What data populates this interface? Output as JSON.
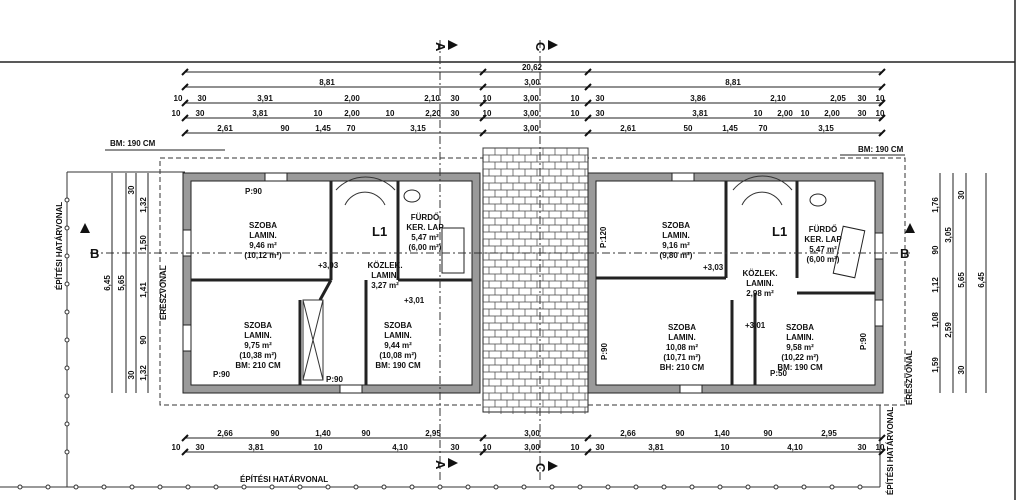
{
  "section_markers": {
    "a": "A",
    "c": "C",
    "b": "B"
  },
  "labels": {
    "boundary": "ÉPÍTÉSI HATÁRVONAL",
    "eaves": "ERESZVONAL",
    "bm_top_left": "BM: 190 CM",
    "bm_top_right": "BM: 190 CM",
    "stair_left": "L1",
    "stair_right": "L1",
    "level_left_1": "+3,03",
    "level_left_2": "+3,01",
    "level_right_1": "+3,03",
    "level_right_2": "+3,01",
    "sill_labels": [
      "P:90",
      "P:90",
      "P:90",
      "P:90",
      "P:120",
      "P:90",
      "P:50"
    ]
  },
  "dimensions": {
    "top": [
      [
        "20,62"
      ],
      [
        "8,81",
        "3,00",
        "8,81"
      ],
      [
        "10",
        "30",
        "3,91",
        "2,00",
        "2,10",
        "30",
        "10",
        "3,00",
        "10",
        "30",
        "3,86",
        "2,10",
        "2,05",
        "30",
        "10"
      ],
      [
        "10",
        "30",
        "3,81",
        "10",
        "2,00",
        "10",
        "2,20",
        "30",
        "10",
        "3,00",
        "10",
        "30",
        "3,81",
        "10",
        "2,00",
        "10",
        "2,00",
        "30",
        "10"
      ],
      [
        "2,61",
        "90",
        "1,45",
        "70",
        "3,15",
        "3,00",
        "2,61",
        "50",
        "1,45",
        "70",
        "3,15"
      ]
    ],
    "bottom": [
      [
        "2,66",
        "90",
        "1,40",
        "90",
        "2,95",
        "3,00",
        "2,66",
        "90",
        "1,40",
        "90",
        "2,95"
      ],
      [
        "10",
        "30",
        "3,81",
        "10",
        "4,10",
        "30",
        "10",
        "3,00",
        "10",
        "30",
        "3,81",
        "10",
        "4,10",
        "30",
        "10"
      ]
    ],
    "left": [
      "6,45",
      "5,65",
      "30",
      "30",
      "1,32",
      "1,50",
      "1,41",
      "90",
      "1,32"
    ],
    "right": [
      "1,76",
      "90",
      "1,12",
      "1,08",
      "1,59",
      "3,05",
      "2,59",
      "5,65",
      "6,45",
      "30",
      "30"
    ]
  },
  "rooms": [
    {
      "name": "SZOBA",
      "floor": "LAMIN.",
      "area": "9,46 m²",
      "gross": "(10,12 m²)",
      "note": ""
    },
    {
      "name": "FÜRDŐ",
      "floor": "KER. LAP",
      "area": "5,47 m²",
      "gross": "(6,00 m²)",
      "note": ""
    },
    {
      "name": "KÖZLEK.",
      "floor": "LAMIN.",
      "area": "3,27 m²",
      "gross": "",
      "note": ""
    },
    {
      "name": "SZOBA",
      "floor": "LAMIN.",
      "area": "9,75 m²",
      "gross": "(10,38 m²)",
      "note": "BM: 210 CM"
    },
    {
      "name": "SZOBA",
      "floor": "LAMIN.",
      "area": "9,44 m²",
      "gross": "(10,08 m²)",
      "note": "BM: 190 CM"
    },
    {
      "name": "SZOBA",
      "floor": "LAMIN.",
      "area": "9,16 m²",
      "gross": "(9,80 m²)",
      "note": ""
    },
    {
      "name": "FÜRDŐ",
      "floor": "KER. LAP",
      "area": "5,47 m²",
      "gross": "(6,00 m²)",
      "note": ""
    },
    {
      "name": "KÖZLEK.",
      "floor": "LAMIN.",
      "area": "2,98 m²",
      "gross": "",
      "note": ""
    },
    {
      "name": "SZOBA",
      "floor": "LAMIN.",
      "area": "10,08 m²",
      "gross": "(10,71 m²)",
      "note": "BH: 210 CM"
    },
    {
      "name": "SZOBA",
      "floor": "LAMIN.",
      "area": "9,58 m²",
      "gross": "(10,22 m²)",
      "note": "BM: 190 CM"
    }
  ]
}
